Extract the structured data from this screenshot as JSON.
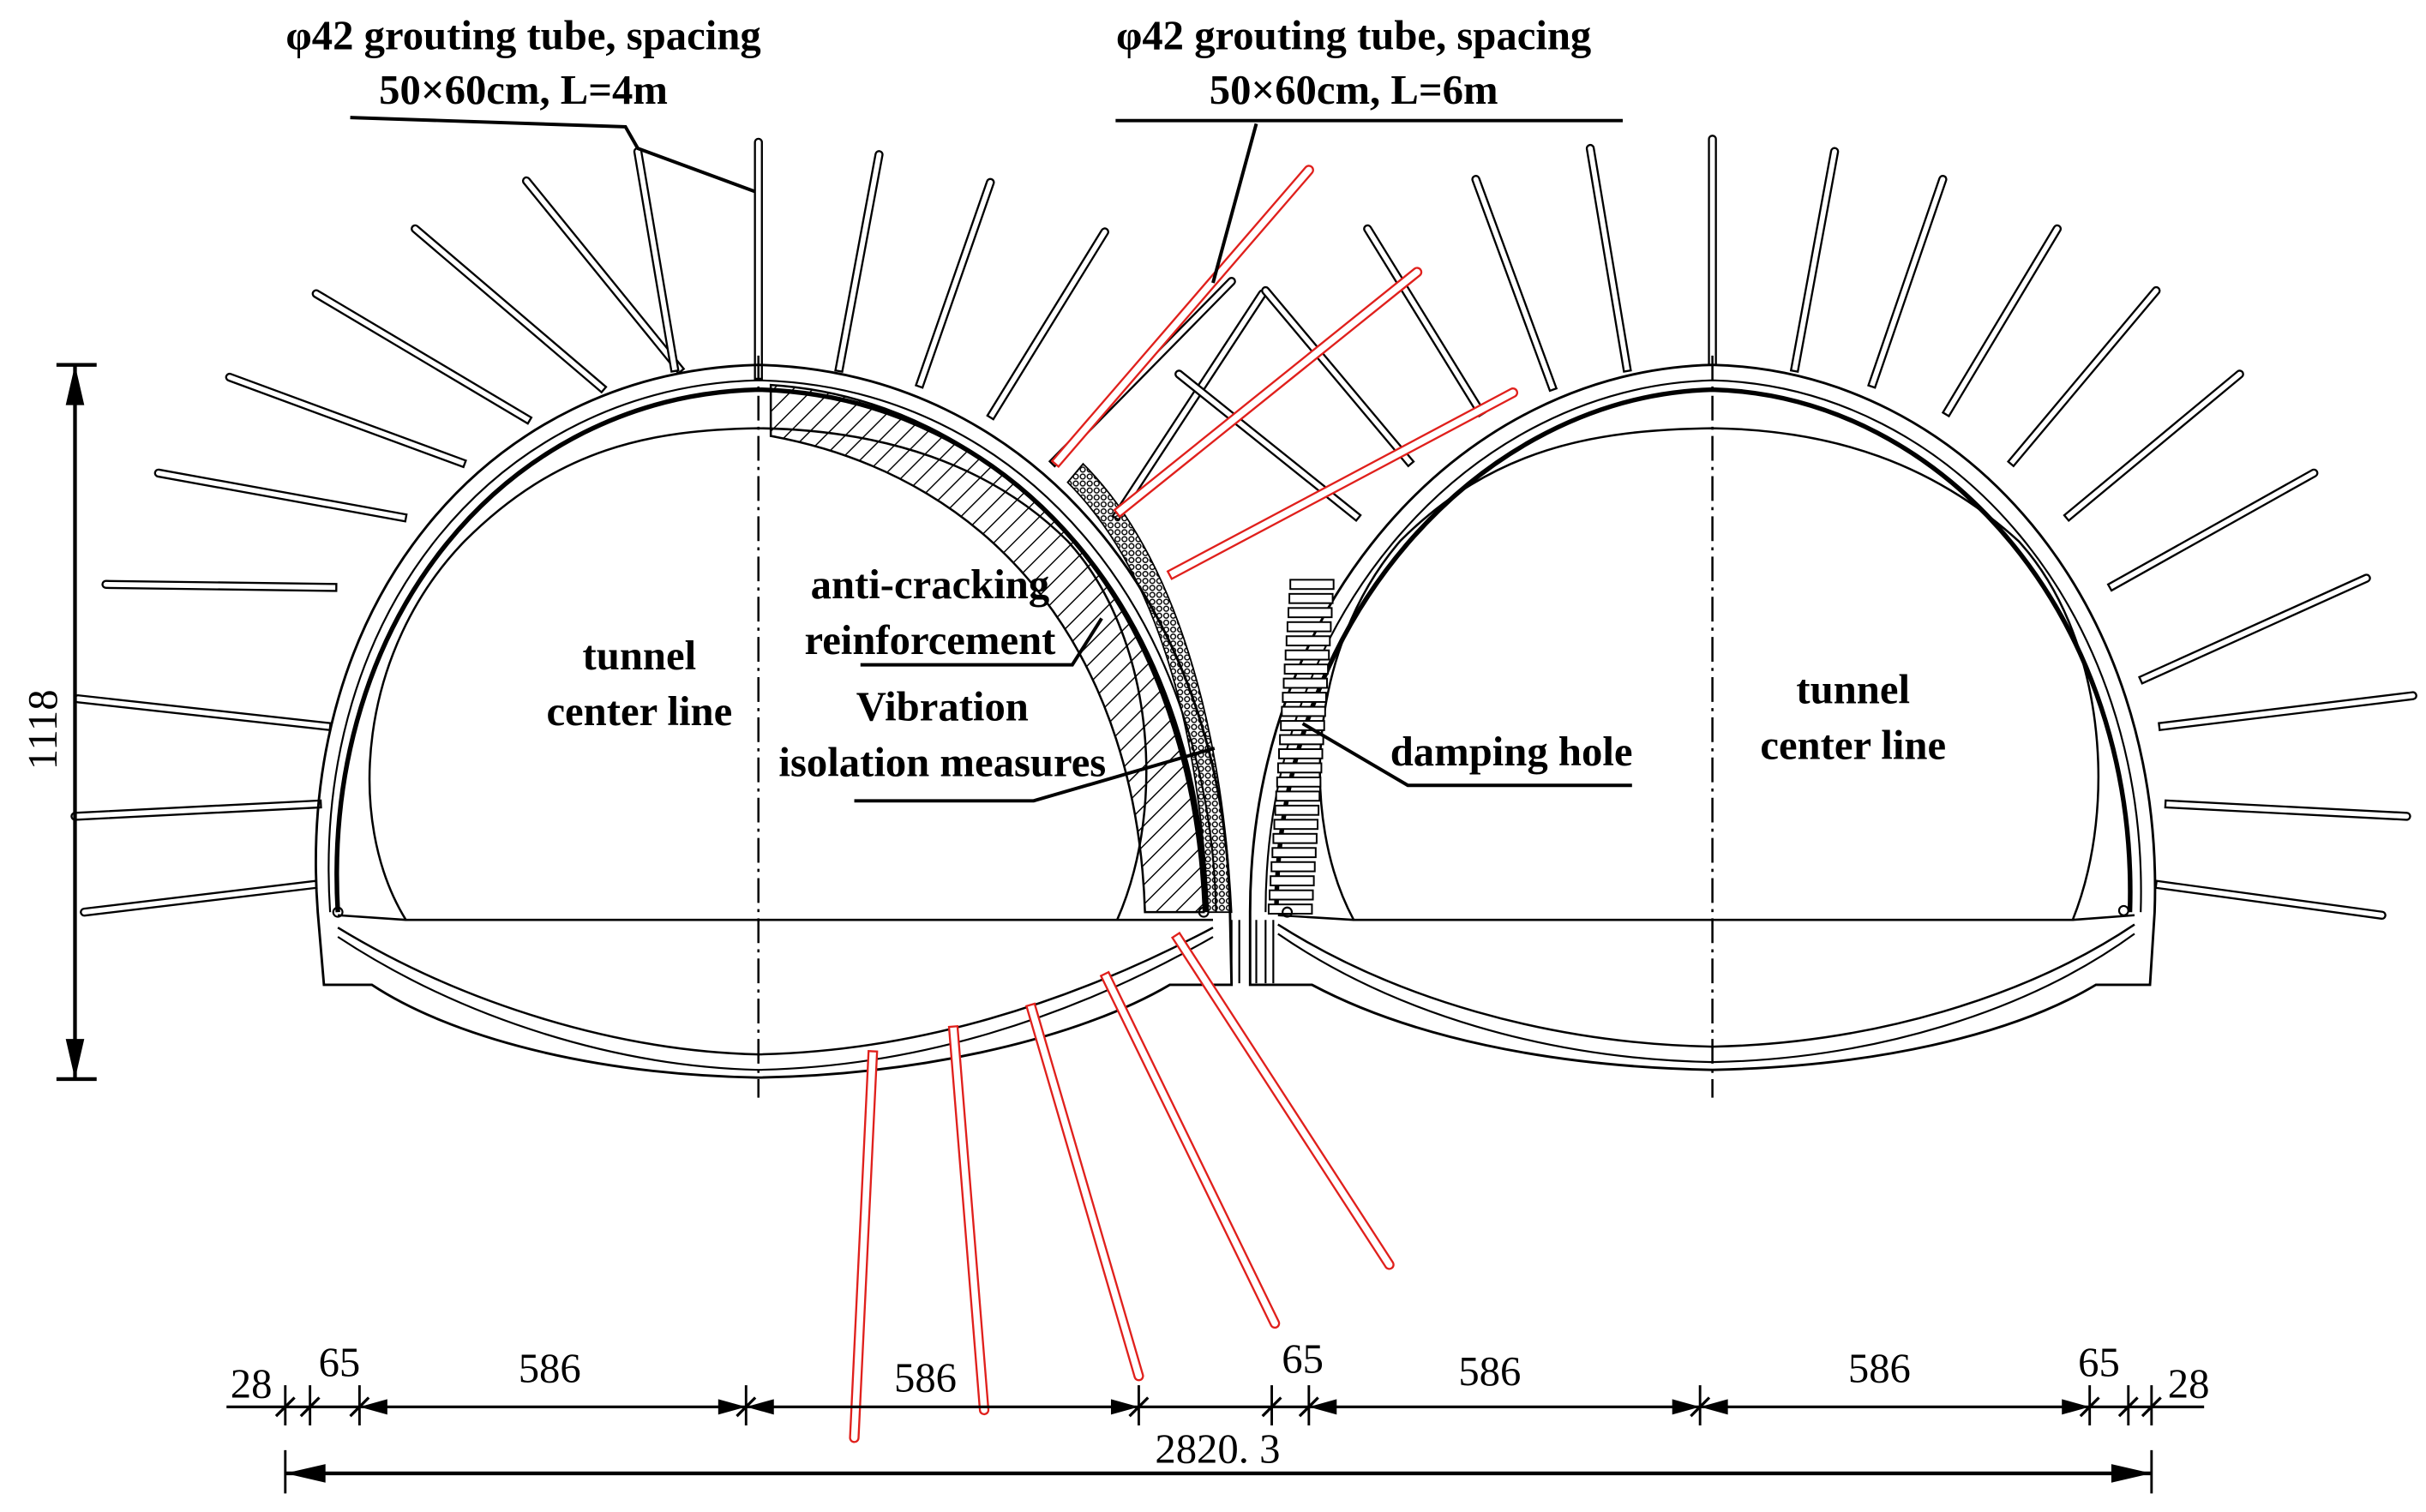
{
  "callouts": {
    "tube_left_line1": "φ42 grouting tube, spacing",
    "tube_left_line2": "50×60cm, L=4m",
    "tube_right_line1": "φ42 grouting tube, spacing",
    "tube_right_line2": "50×60cm, L=6m",
    "anti_line1": "anti-cracking",
    "anti_line2": "reinforcement",
    "vib_line1": "Vibration",
    "vib_line2": "isolation measures",
    "damping": "damping hole",
    "left_center_line1": "tunnel",
    "left_center_line2": "center line",
    "right_center_line1": "tunnel",
    "right_center_line2": "center line"
  },
  "dimensions": {
    "height": "1118",
    "total": "2820. 3",
    "segments": [
      "28",
      "65",
      "586",
      "586",
      "65",
      "586",
      "586",
      "65",
      "28"
    ]
  },
  "colors": {
    "line": "#000000",
    "red_tube": "#e0201c",
    "background": "#ffffff"
  }
}
